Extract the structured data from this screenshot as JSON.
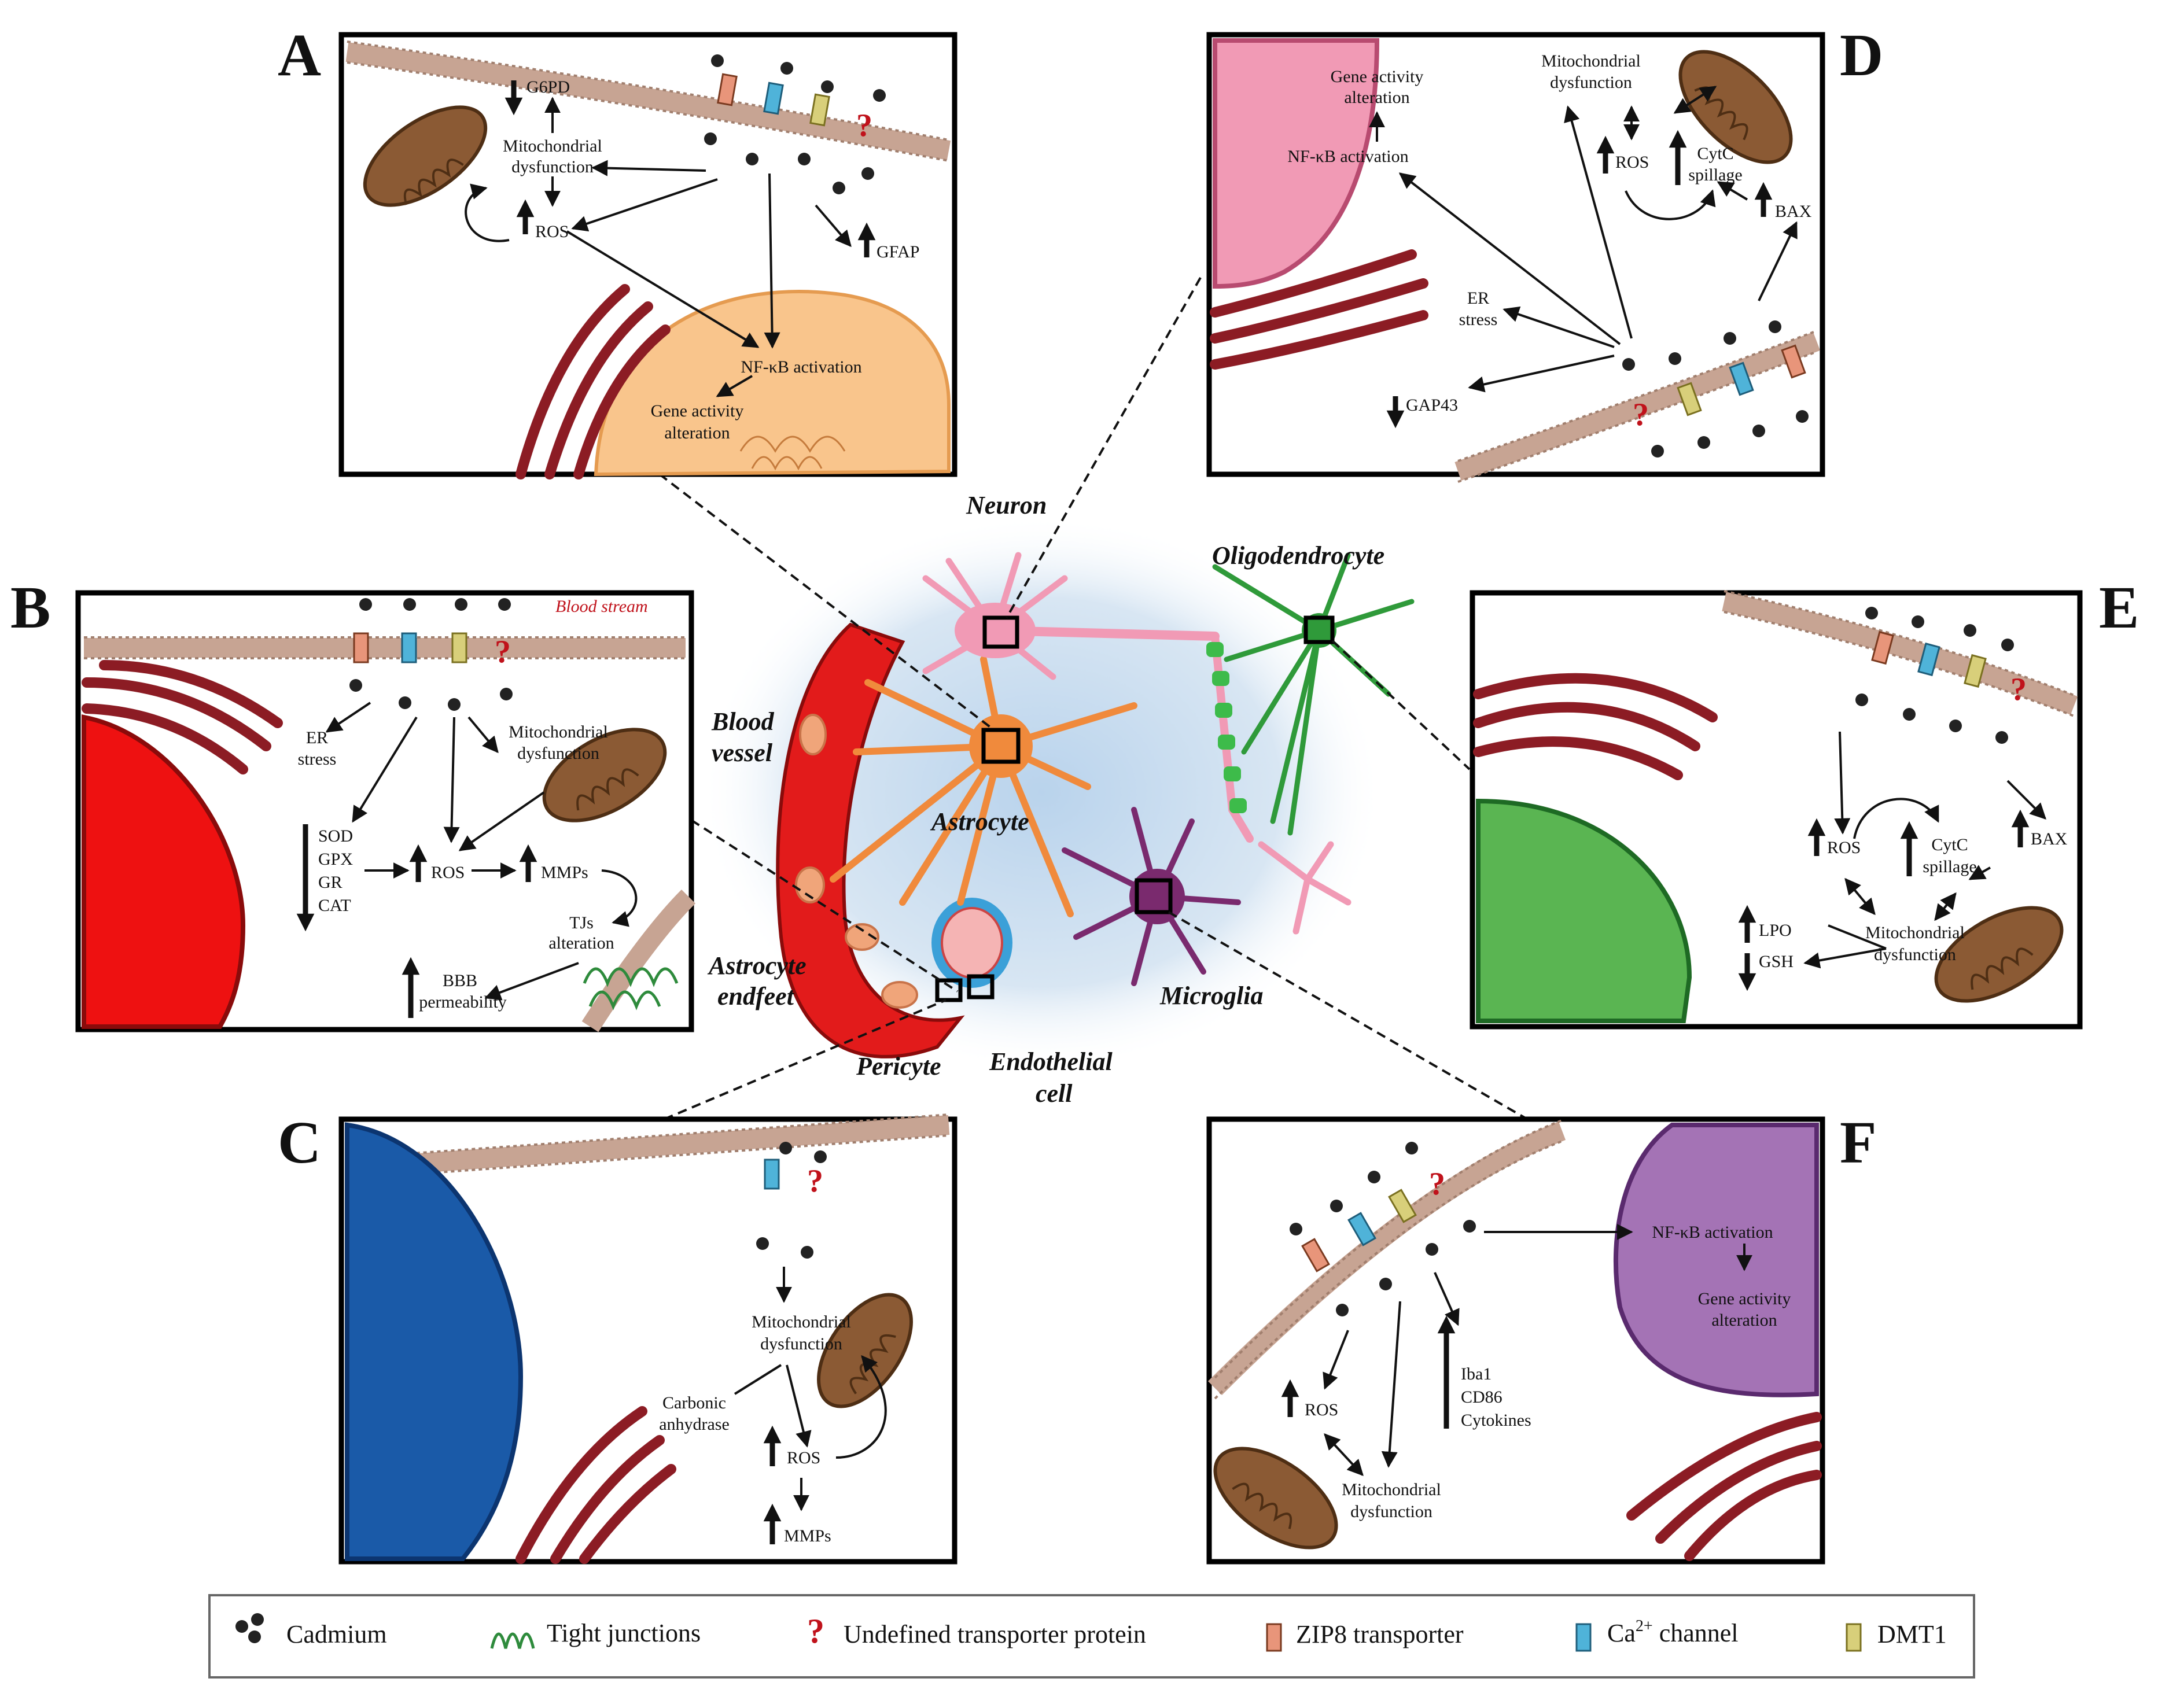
{
  "panels": {
    "A": {
      "letter": "A",
      "g6pd": "G6PD",
      "mito_1": "Mitochondrial",
      "mito_2": "dysfunction",
      "ros": "ROS",
      "gfap": "GFAP",
      "nfkb": "NF-κB activation",
      "gene_1": "Gene activity",
      "gene_2": "alteration"
    },
    "B": {
      "letter": "B",
      "blood_stream": "Blood stream",
      "er_1": "ER",
      "er_2": "stress",
      "mito_1": "Mitochondrial",
      "mito_2": "dysfunction",
      "sod": "SOD",
      "gpx": "GPX",
      "gr": "GR",
      "cat": "CAT",
      "ros": "ROS",
      "mmps": "MMPs",
      "tjs_1": "TJs",
      "tjs_2": "alteration",
      "bbb_1": "BBB",
      "bbb_2": "permeability"
    },
    "C": {
      "letter": "C",
      "mito_1": "Mitochondrial",
      "mito_2": "dysfunction",
      "carb_1": "Carbonic",
      "carb_2": "anhydrase",
      "ros": "ROS",
      "mmps": "MMPs"
    },
    "D": {
      "letter": "D",
      "gene_1": "Gene activity",
      "gene_2": "alteration",
      "nfkb": "NF-κB activation",
      "mito_1": "Mitochondrial",
      "mito_2": "dysfunction",
      "ros": "ROS",
      "cytc_1": "CytC",
      "cytc_2": "spillage",
      "bax": "BAX",
      "er_1": "ER",
      "er_2": "stress",
      "gap43": "GAP43"
    },
    "E": {
      "letter": "E",
      "ros": "ROS",
      "cytc_1": "CytC",
      "cytc_2": "spillage",
      "bax": "BAX",
      "lpo": "LPO",
      "gsh": "GSH",
      "mito_1": "Mitochondrial",
      "mito_2": "dysfunction"
    },
    "F": {
      "letter": "F",
      "nfkb": "NF-κB activation",
      "gene_1": "Gene activity",
      "gene_2": "alteration",
      "iba1": "Iba1",
      "cd86": "CD86",
      "cytokines": "Cytokines",
      "ros": "ROS",
      "mito_1": "Mitochondrial",
      "mito_2": "dysfunction"
    }
  },
  "center": {
    "neuron": "Neuron",
    "oligodendrocyte": "Oligodendrocyte",
    "blood_1": "Blood",
    "blood_2": "vessel",
    "astrocyte": "Astrocyte",
    "endfeet_1": "Astrocyte",
    "endfeet_2": "endfeet",
    "microglia": "Microglia",
    "pericyte": "Pericyte",
    "endothelial_1": "Endothelial",
    "endothelial_2": "cell"
  },
  "legend": {
    "cadmium": "Cadmium",
    "tight_junctions": "Tight junctions",
    "undefined_transporter": "Undefined transporter protein",
    "zip8": "ZIP8 transporter",
    "ca_channel_prefix": "Ca",
    "ca_channel_sup": "2+",
    "ca_channel_suffix": " channel",
    "dmt1": "DMT1"
  },
  "colors": {
    "zip8": "#e8957a",
    "ca_channel": "#4fb3d9",
    "dmt1": "#d8cf7a",
    "undefined": "#c0121b",
    "membrane": "#c7a493",
    "er": "#8c1c24",
    "mitochondrion": "#8b5a34",
    "astrocyte_nucleus": "#f9c58c",
    "endothelial_nucleus": "#ea1c1c",
    "pericyte_nucleus": "#1a5aa8",
    "neuron_nucleus": "#f19ab5",
    "oligodendrocyte_nucleus": "#5ab552",
    "microglia_nucleus": "#a473b5",
    "tight_junction": "#2e8b3c"
  }
}
